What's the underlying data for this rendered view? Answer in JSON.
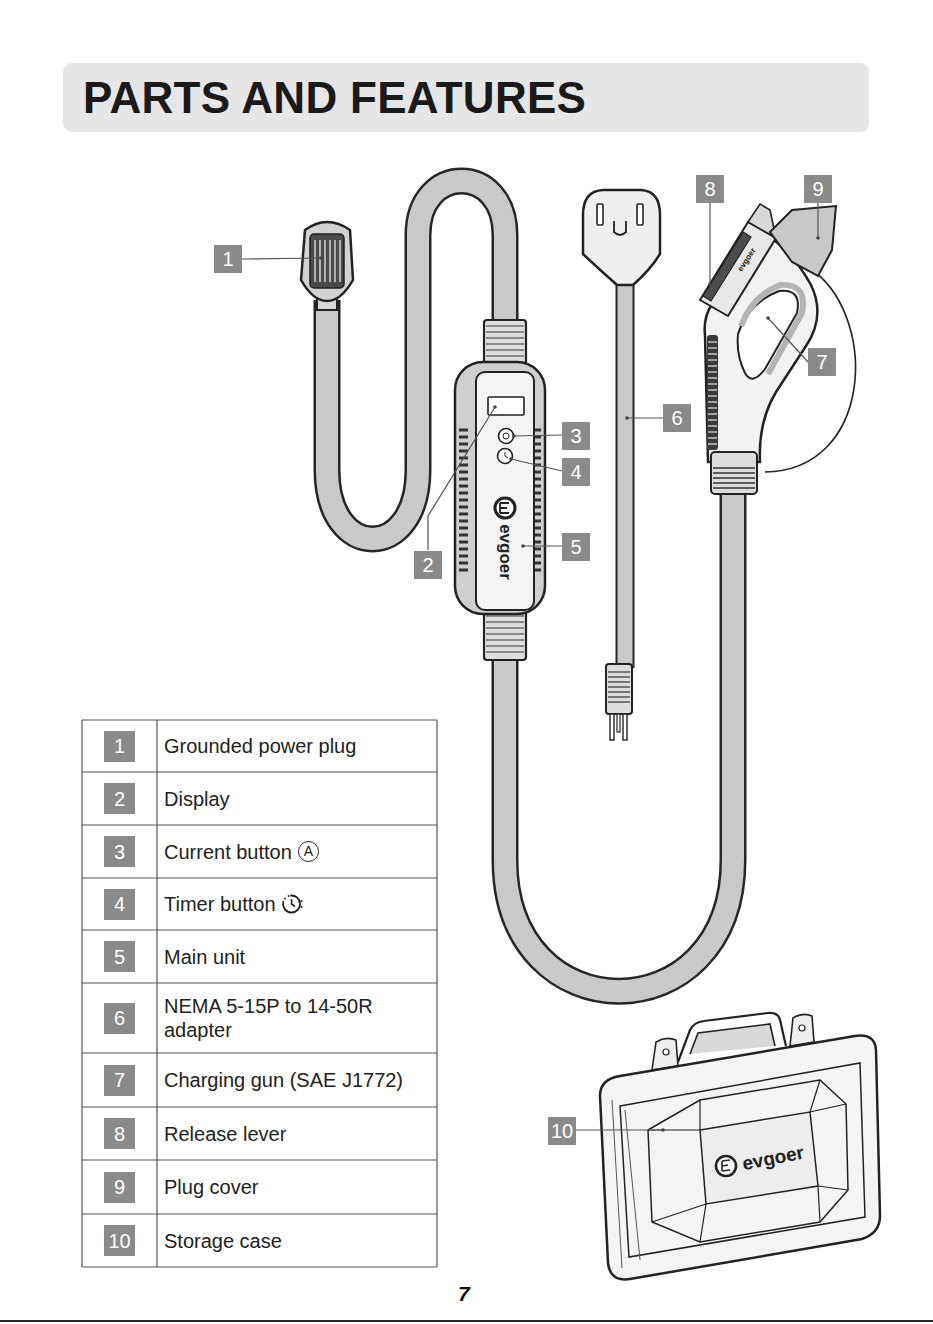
{
  "diagram": {
    "title": "PARTS AND FEATURES",
    "labels": [
      "1",
      "2",
      "3",
      "4",
      "5",
      "6",
      "7",
      "8",
      "9",
      "10",
      "1",
      "Grounded power plug",
      "2",
      "Display",
      "3",
      "Current button",
      "A",
      "4",
      "Timer button",
      "5",
      "Main unit",
      "6",
      "NEMA 5-15P to 14-50R adapter",
      "7",
      "Charging gun (SAE J1772)",
      "8",
      "Release lever",
      "9",
      "Plug cover",
      "10",
      "Storage case",
      "evgoer",
      "evgoer",
      "evgoer",
      "7"
    ]
  }
}
